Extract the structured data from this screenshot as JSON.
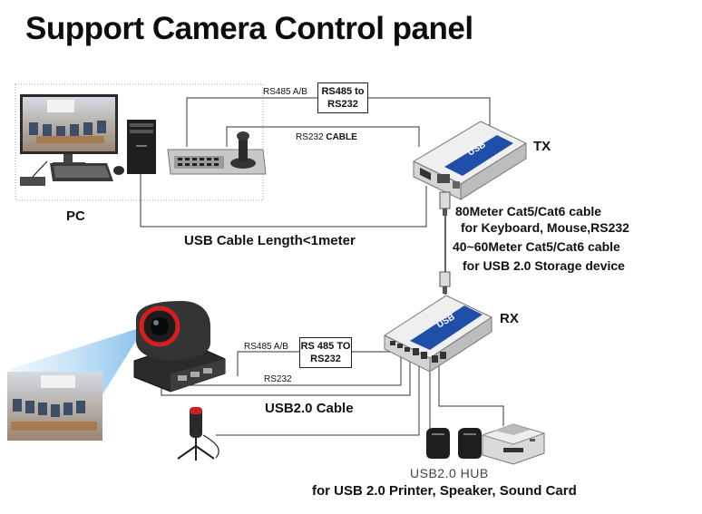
{
  "title": "Support Camera Control panel",
  "labels": {
    "pc": "PC",
    "tx": "TX",
    "rx": "RX",
    "rs485_ab_top": "RS485 A/B",
    "rs485_to_rs232_top_1": "RS485 to",
    "rs485_to_rs232_top_2": "RS232",
    "rs232_cable_prefix": "RS232",
    "rs232_cable_suffix": "CABLE",
    "usb_cable_length": "USB Cable Length<1meter",
    "cat_line1": "80Meter Cat5/Cat6 cable",
    "cat_line2": "for Keyboard, Mouse,RS232",
    "cat_line3": "40~60Meter Cat5/Cat6 cable",
    "cat_line4": "for USB 2.0 Storage device",
    "rs485_ab_bottom": "RS485 A/B",
    "rs485_to_rs232_bottom_1": "RS 485 TO",
    "rs485_to_rs232_bottom_2": "RS232",
    "rs232_bottom": "RS232",
    "usb20_cable": "USB2.0 Cable",
    "usb_hub": "USB2.0 HUB",
    "usb_hub_desc": "for USB 2.0 Printer, Speaker, Sound Card",
    "device_brand": "USB"
  },
  "colors": {
    "text": "#111111",
    "wire": "#333333",
    "device_blue": "#1f4fa8",
    "device_gray": "#d9d9d9",
    "camera_red": "#d11f1f"
  }
}
